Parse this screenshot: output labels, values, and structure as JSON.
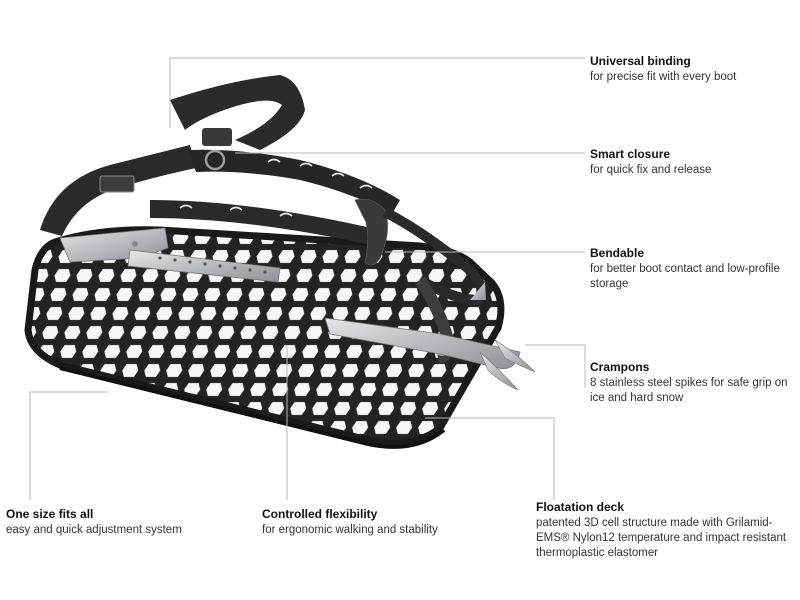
{
  "colors": {
    "leader_line": "#b9b9b9",
    "deck": "#232323",
    "cell_hole": "#f7f7f7",
    "strap": "#2a2a2a",
    "steel": "#c4c6c9"
  },
  "callouts": {
    "binding": {
      "title": "Universal binding",
      "desc": "for precise fit with every boot"
    },
    "closure": {
      "title": "Smart closure",
      "desc": "for quick fix and release"
    },
    "bendable": {
      "title": "Bendable",
      "desc": "for better boot contact and low-profile storage"
    },
    "crampons": {
      "title": "Crampons",
      "desc": "8 stainless steel spikes for safe grip on ice and hard snow"
    },
    "deck": {
      "title": "Floatation deck",
      "desc": "patented 3D cell structure made with Grilamid-EMS® Nylon12 temperature and impact resistant thermoplastic elastomer"
    },
    "size": {
      "title": "One size fits all",
      "desc": "easy and quick adjustment system"
    },
    "flex": {
      "title": "Controlled flexibility",
      "desc": "for ergonomic walking and stability"
    }
  }
}
